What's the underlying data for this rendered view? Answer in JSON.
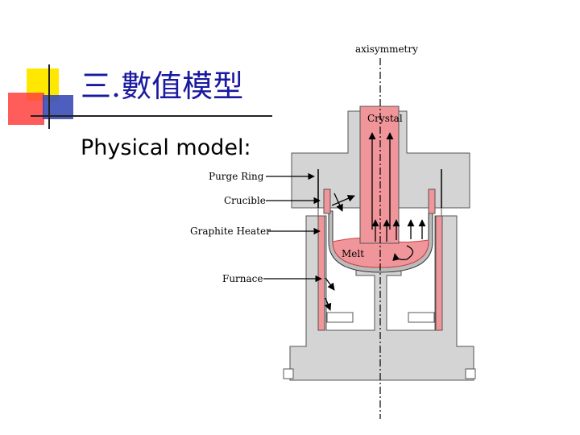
{
  "slide": {
    "title": "三.數值模型",
    "subtitle": "Physical model:"
  },
  "diagram": {
    "axis_label": "axisymmetry",
    "crystal_label": "Crystal",
    "melt_label": "Melt",
    "callouts": [
      "Purge Ring",
      "Crucible",
      "Graphite Heater",
      "Furnace"
    ]
  },
  "colors": {
    "furnace": "#d4d4d4",
    "heater": "#f0959a",
    "accent": "#1a1aa0",
    "deco_yellow": "#ffe800",
    "deco_red": "#ff4040",
    "deco_blue": "#3a4db8"
  }
}
